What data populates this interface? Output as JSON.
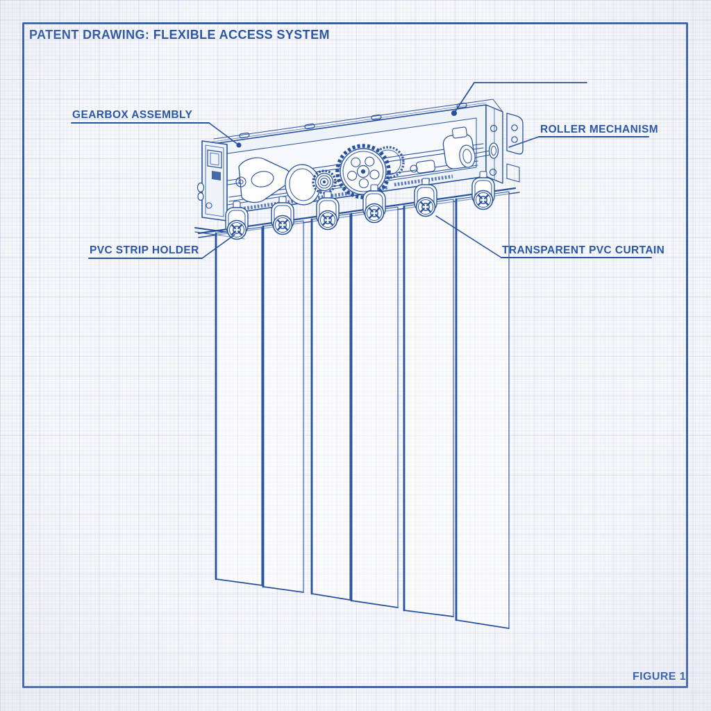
{
  "window": {
    "title": "PATENT DRAWING: FLEXIBLE ACCESS SYSTEM",
    "figure_label": "FIGURE 1"
  },
  "callouts": {
    "gearbox_assembly": "GEARBOX ASSEMBLY",
    "roller_mechanism": "ROLLER MECHANISM",
    "pvc_strip_holder": "PVC STRIP HOLDER",
    "transparent_pvc_curtain": "TRANSPARENT PVC CURTAIN"
  },
  "drawing": {
    "style": "blueprint patent drawing on graph paper",
    "figure_number": 1,
    "pvc_strip_count": 6,
    "roller_count": 6
  },
  "colors": {
    "ink": "#27519d",
    "text": "#2b56a3",
    "paper": "#f7f8fa",
    "grid_minor": "rgba(110,135,200,0.09)",
    "grid_major": "rgba(110,135,200,0.16)",
    "frame": "#2a549e"
  }
}
